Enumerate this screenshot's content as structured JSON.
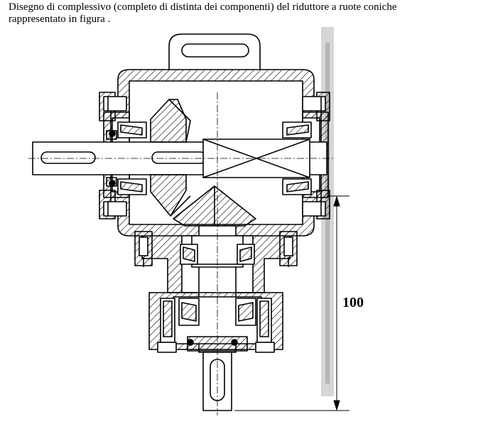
{
  "caption": {
    "line1": "Disegno di complessivo (completo di distinta dei componenti) del riduttore a ruote coniche",
    "line2": "rappresentato in figura ."
  },
  "dimension": {
    "value": "100"
  },
  "colors": {
    "ink": "#000000",
    "paper": "#ffffff",
    "scan_edge": "#9a9a9a"
  }
}
